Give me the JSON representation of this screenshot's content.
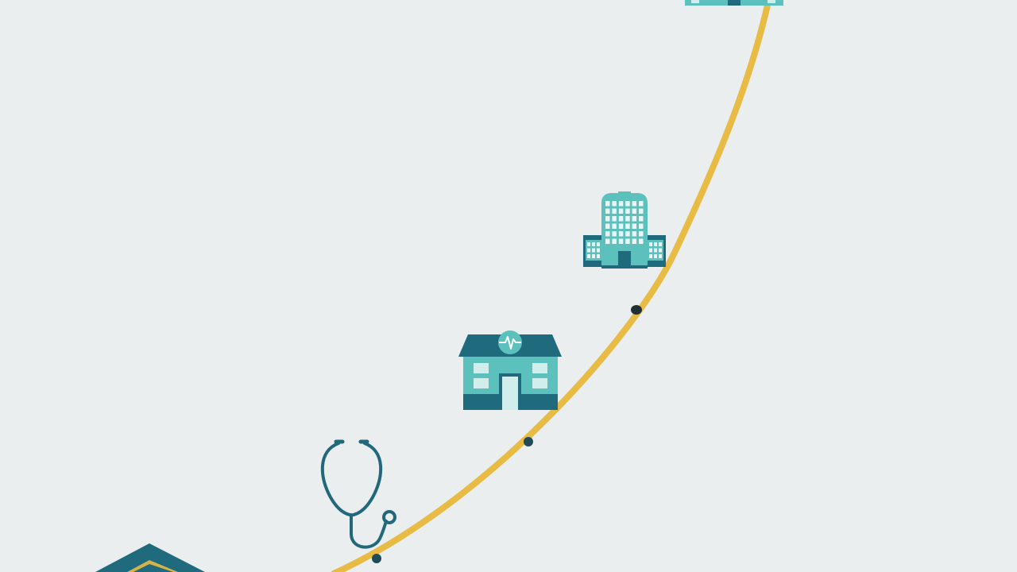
{
  "colors": {
    "background": "#eaeeee",
    "curve": "#e8bb45",
    "milestone_dot": "#1f4a57",
    "dark_teal": "#1f6a7c",
    "light_teal": "#5cc0bd",
    "pale_teal": "#d2eeec",
    "stethoscope": "#21687c"
  },
  "icons": [
    "graduation-cap-icon",
    "stethoscope-icon",
    "clinic-icon",
    "hospital-icon",
    "large-hospital-icon"
  ],
  "milestones": [
    "milestone-dot-1",
    "milestone-dot-2",
    "milestone-dot-3"
  ]
}
